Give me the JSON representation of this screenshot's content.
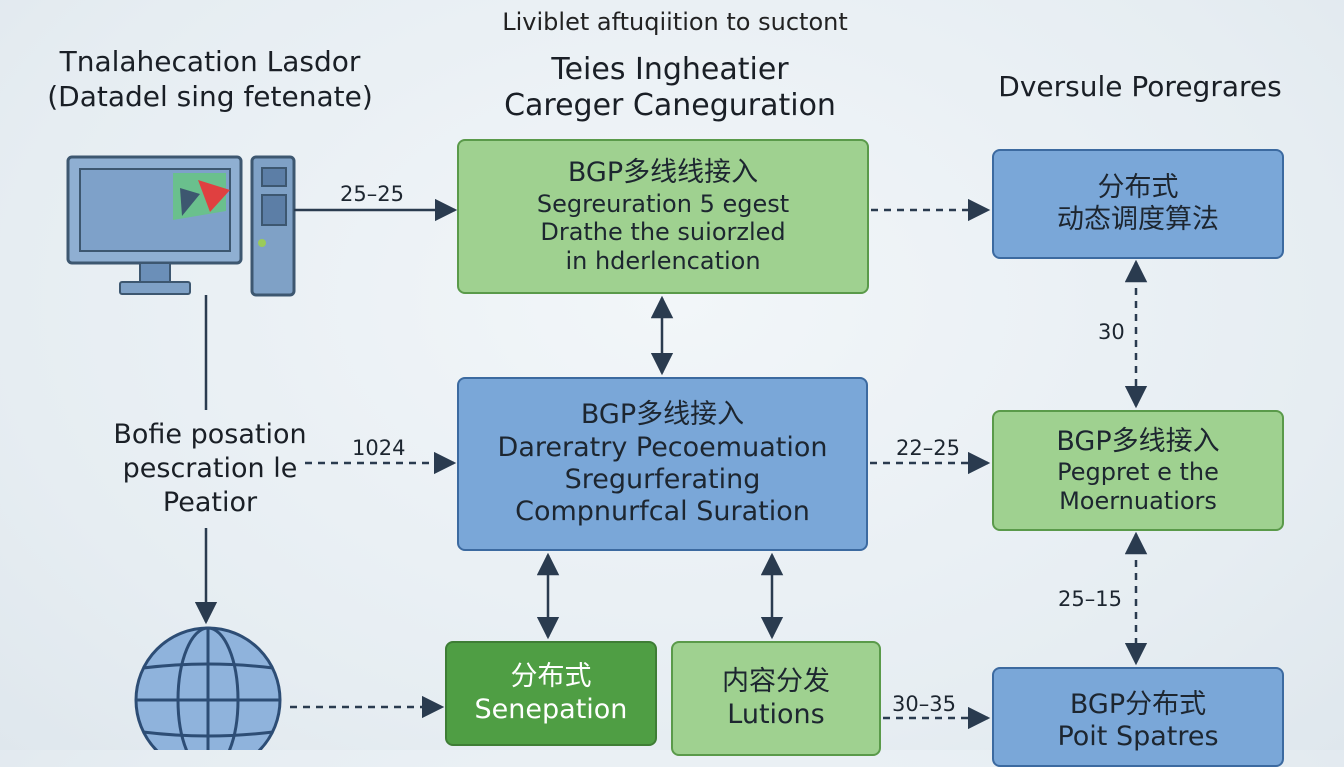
{
  "titles": {
    "top": "Liviblet aftuqiition to suctont",
    "center_line1": "Teies Ingheatier",
    "center_line2": "Careger Caneguration",
    "left_line1": "Tnalahecation Lasdor",
    "left_line2": "(Datadel sing fetenate)",
    "right": "Dversule Poregrares",
    "left_mid_line1": "Bofie posation",
    "left_mid_line2": "pescration le",
    "left_mid_line3": "Peatior"
  },
  "nodes": {
    "top_center": {
      "line1": "BGP多线线接入",
      "line2": "Segreuration 5 egest",
      "line3": "Drathe the suiorzled",
      "line4": "in hderlencation"
    },
    "top_right": {
      "line1": "分布式",
      "line2": "动态调度算法"
    },
    "mid_center": {
      "line1": "BGP多线接入",
      "line2": "Dareratry Pecoemuation",
      "line3": "Sregurferating",
      "line4": "Compnurfcal Suration"
    },
    "mid_right": {
      "line1": "BGP多线接入",
      "line2": "Pegpret e the",
      "line3": "Moernuatiors"
    },
    "bot_left": {
      "line1": "分布式",
      "line2": "Senepation"
    },
    "bot_mid": {
      "line1": "内容分发",
      "line2": "Lutions"
    },
    "bot_right": {
      "line1": "BGP分布式",
      "line2": "Poit Spatres"
    }
  },
  "edge_labels": {
    "e1": "25–25",
    "e2": "1024",
    "e3": "22–25",
    "e4": "30",
    "e5": "25–15",
    "e6": "30–35"
  },
  "icons": {
    "computer": "desktop-computer-icon",
    "globe": "globe-icon"
  },
  "colors": {
    "green_box": "#9fd190",
    "dark_green_box": "#4f9e44",
    "blue_box": "#7aa7d8",
    "line": "#2a3b4f"
  }
}
